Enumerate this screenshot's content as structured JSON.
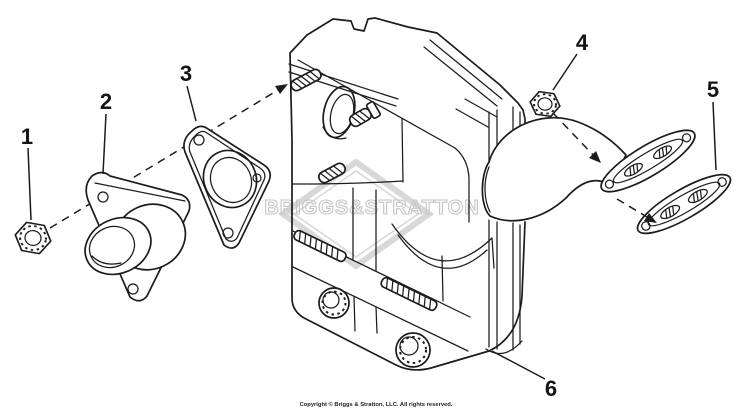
{
  "watermark": {
    "text": "BRIGGS&STRATTON"
  },
  "footer": {
    "copyright": "Copyright © Briggs & Stratton, LLC. All rights reserved."
  },
  "callouts": [
    {
      "label": "1"
    },
    {
      "label": "2"
    },
    {
      "label": "3"
    },
    {
      "label": "4"
    },
    {
      "label": "5"
    },
    {
      "label": "6"
    }
  ],
  "colors": {
    "background": "#ffffff",
    "line": "#1c1c1c",
    "watermark": "#cccccc"
  }
}
